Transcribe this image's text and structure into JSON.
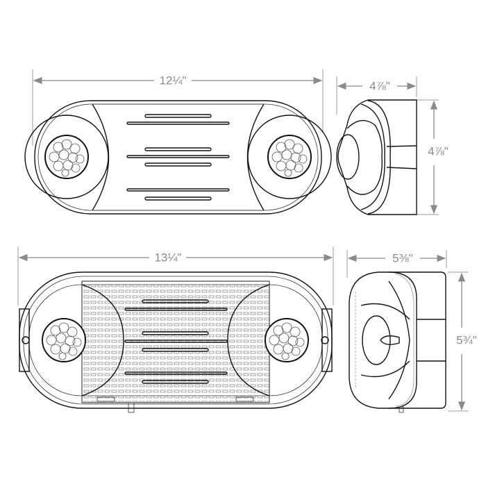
{
  "dimensions": {
    "top_front_width": "12¼\"",
    "top_side_depth": "4⅞\"",
    "top_side_height": "4⅞\"",
    "bottom_front_width": "13¼\"",
    "bottom_side_depth": "5⅜\"",
    "bottom_side_height": "5¾\""
  },
  "colors": {
    "dimension": "#8a8a8a",
    "outline": "#111111"
  }
}
